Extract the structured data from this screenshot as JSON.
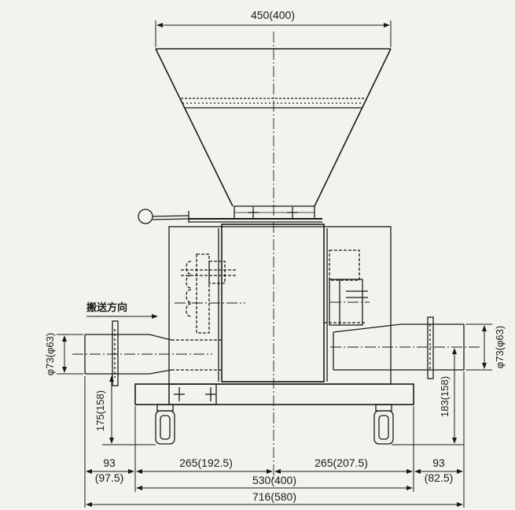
{
  "drawing": {
    "label_direction": "搬送方向",
    "dim_top_width": "450(400)",
    "dim_left_dia": "φ73(φ63)",
    "dim_right_dia": "φ73(φ63)",
    "dim_left_height": "175(158)",
    "dim_right_height": "183(158)",
    "dim_left_inner": "265(192.5)",
    "dim_right_inner": "265(207.5)",
    "dim_left_outer_a": "93",
    "dim_left_outer_b": "(97.5)",
    "dim_right_outer_a": "93",
    "dim_right_outer_b": "(82.5)",
    "dim_frame_width": "530(400)",
    "dim_total_width": "716(580)"
  }
}
